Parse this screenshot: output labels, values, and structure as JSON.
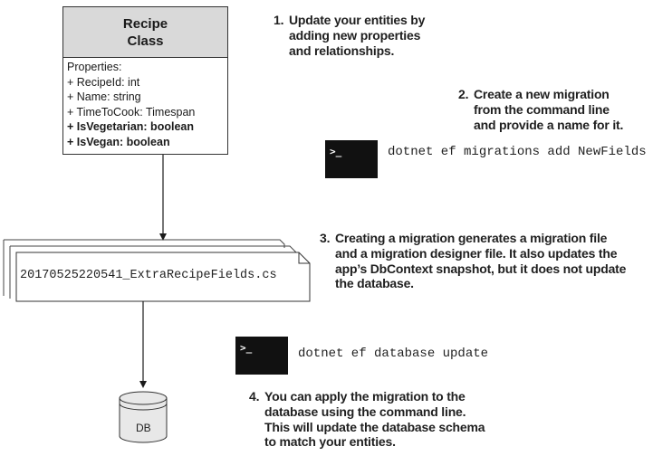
{
  "recipe_class": {
    "title_line1": "Recipe",
    "title_line2": "Class",
    "properties_heading": "Properties:",
    "properties": [
      "+ RecipeId: int",
      "+ Name: string",
      "+ TimeToCook: Timespan",
      "+ IsVegetarian: boolean",
      "+ IsVegan: boolean"
    ]
  },
  "steps": [
    {
      "num": "1.",
      "lines": [
        "Update your entities by",
        "adding new properties",
        "and relationships."
      ]
    },
    {
      "num": "2.",
      "lines": [
        "Create a new migration",
        "from the command line",
        "and provide a name for it."
      ]
    },
    {
      "num": "3.",
      "lines": [
        "Creating a migration generates a migration file",
        "and a migration designer file. It also updates the",
        "app’s DbContext snapshot, but it does not update",
        "the database."
      ]
    },
    {
      "num": "4.",
      "lines": [
        "You can apply the migration to the",
        "database using the command line.",
        "This will update the database schema",
        "to match your entities."
      ]
    }
  ],
  "terminal_prompt": ">_",
  "commands": {
    "add_migration": "dotnet ef migrations add NewFields",
    "update_database": "dotnet ef database update"
  },
  "migration_file": "20170525220541_ExtraRecipeFields.cs",
  "database_label": "DB"
}
